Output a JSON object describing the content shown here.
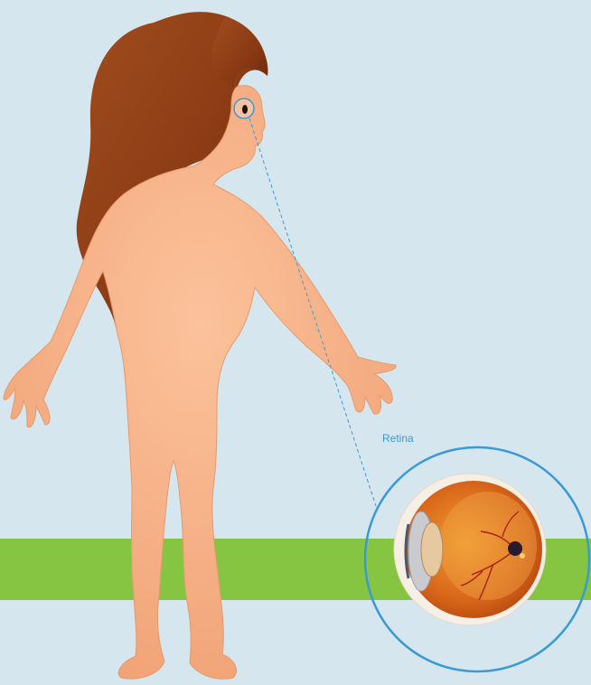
{
  "diagram": {
    "callout_label": "Retina"
  },
  "colors": {
    "background": "#d6e6ee",
    "ground_band": "#86c541",
    "skin": "#f8b48a",
    "hair": "#8e3f17",
    "callout_ring": "#3a9ad6",
    "eyeball": "#e07a1f"
  },
  "icons": [
    "girl-figure",
    "eye-highlight-ring",
    "eye-cross-section",
    "retina-macula"
  ]
}
